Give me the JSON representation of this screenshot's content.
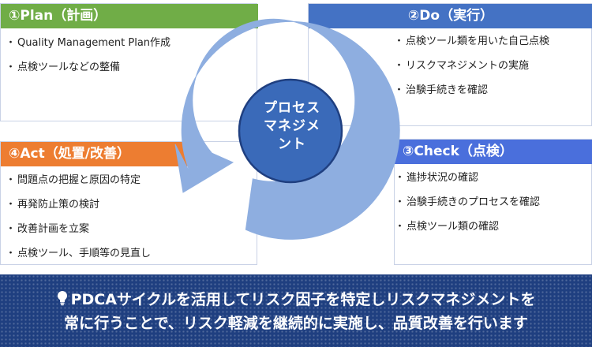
{
  "center": {
    "line1": "プロセス",
    "line2": "マネジメ",
    "line3": "ント"
  },
  "plan": {
    "title": "①Plan（計画）",
    "color": "#70ad47",
    "items": [
      "Quality Management Plan作成",
      "点検ツールなどの整備"
    ]
  },
  "do": {
    "title": "②Do（実行）",
    "color": "#4472c4",
    "items": [
      "点検ツール類を用いた自己点検",
      "リスクマネジメントの実施",
      "治験手続きを確認"
    ]
  },
  "check": {
    "title": "③Check（点検）",
    "color": "#4a6fdc",
    "items": [
      "進捗状況の確認",
      "治験手続きのプロセスを確認",
      "点検ツール類の確認"
    ]
  },
  "act": {
    "title": "④Act（処置/改善）",
    "color": "#ed7d31",
    "items": [
      "問題点の把握と原因の特定",
      "再発防止策の検討",
      "改善計画を立案",
      "点検ツール、手順等の見直し"
    ]
  },
  "banner": {
    "icon": "lightbulb-icon",
    "line1": "PDCAサイクルを活用してリスク因子を特定しリスクマネジメントを",
    "line2": "常に行うことで、リスク軽減を継続的に実施し、品質改善を行います"
  }
}
